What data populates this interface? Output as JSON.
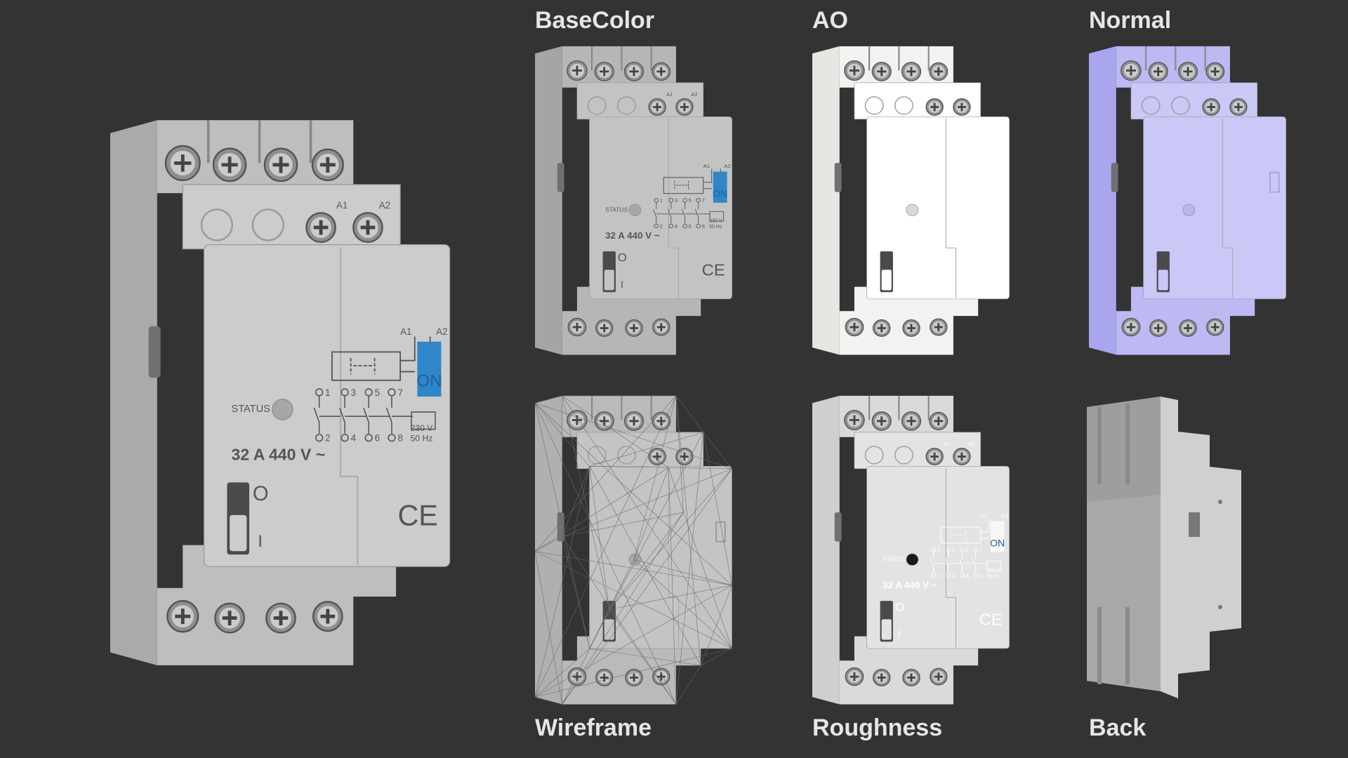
{
  "views": {
    "basecolor": "BaseColor",
    "ao": "AO",
    "normal": "Normal",
    "wireframe": "Wireframe",
    "roughness": "Roughness",
    "back": "Back"
  },
  "markings": {
    "a1": "A1",
    "a2": "A2",
    "on": "ON",
    "status": "STATUS",
    "t1": "1",
    "t3": "3",
    "t5": "5",
    "t7": "7",
    "t2": "2",
    "t4": "4",
    "t6": "6",
    "t8": "8",
    "voltage": "230 V",
    "frequency": "50 Hz",
    "rating": "32 A 440 V ~",
    "pos_off": "O",
    "pos_on": "I",
    "ce": "CE"
  },
  "palettes": {
    "main": {
      "front": "#cbcccc",
      "side": "#a9aaaa",
      "top": "#bdbebe",
      "accent": "#2f86c9",
      "ink": "#555555"
    },
    "basecolor": {
      "front": "#c2c3c3",
      "side": "#a4a5a5",
      "top": "#b5b6b6",
      "accent": "#2f86c9",
      "ink": "#555555"
    },
    "ao": {
      "front": "#ffffff",
      "side": "#e6e6e2",
      "top": "#f2f2f0",
      "accent": "#ffffff",
      "ink": "#ffffff"
    },
    "normal": {
      "front": "#c9c8f7",
      "side": "#a9a6ee",
      "top": "#bcb9f3",
      "accent": "#c9c8f7",
      "ink": "#9c9ad8"
    },
    "wireframe": {
      "front": "#c4c4c4",
      "side": "#b0b0b0",
      "top": "#bababa",
      "accent": "#c4c4c4",
      "ink": "#8a8a8a"
    },
    "roughness": {
      "front": "#e3e3e3",
      "side": "#cfcfcf",
      "top": "#dadada",
      "accent": "#f7f7f7",
      "ink": "#ffffff"
    },
    "back": {
      "front": "#d0d0d0",
      "side": "#b3b3b3",
      "top": "#a8a8a8",
      "accent": "#d0d0d0",
      "ink": "#888888"
    }
  }
}
